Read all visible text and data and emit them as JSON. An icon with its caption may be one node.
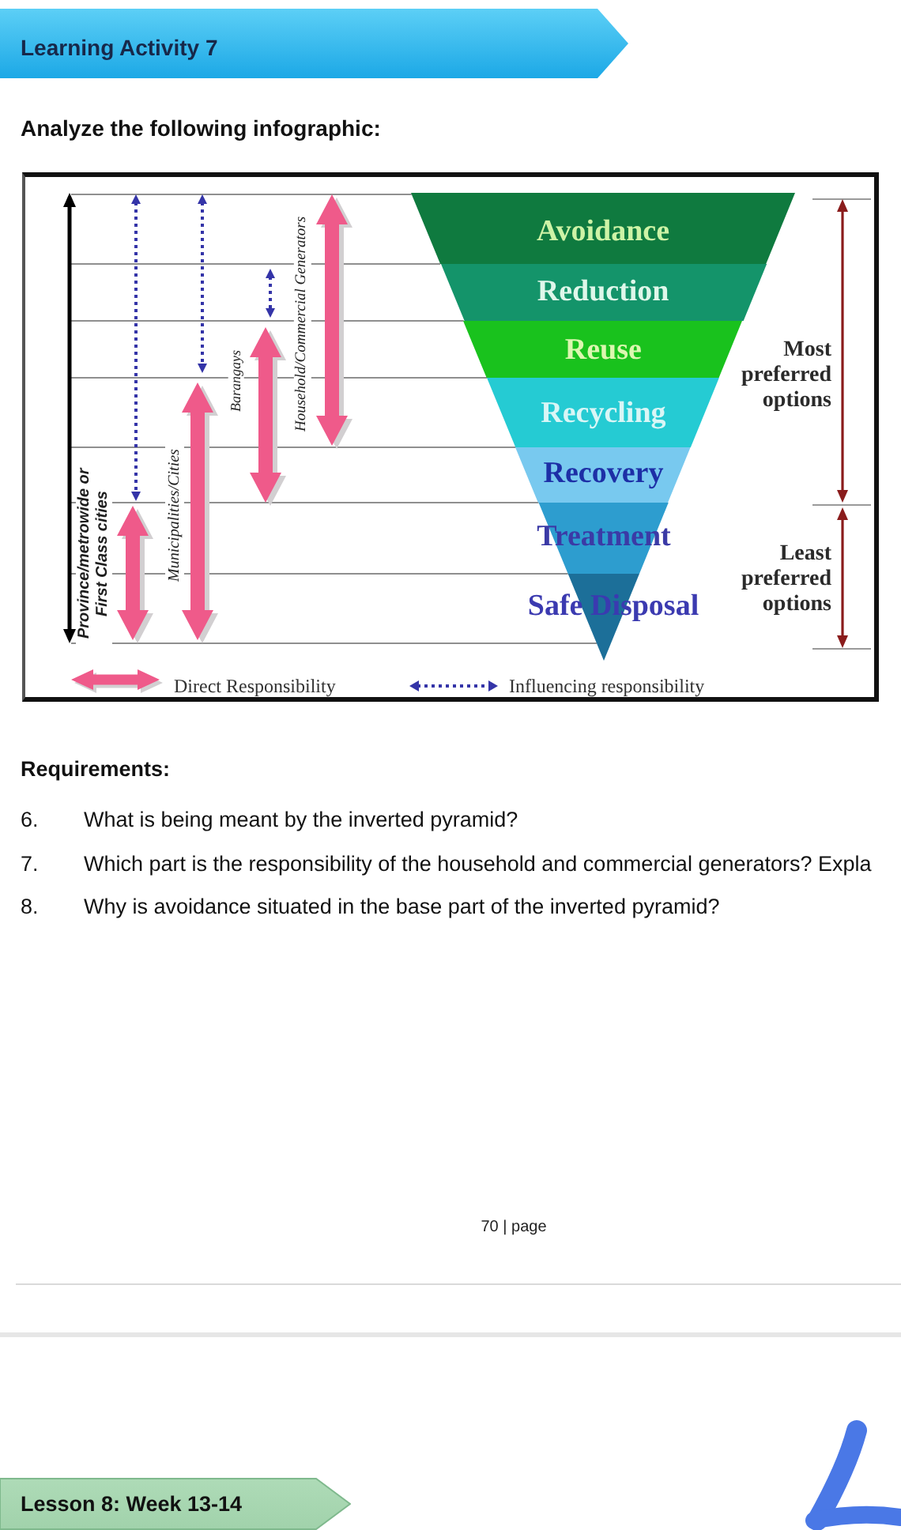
{
  "diagram": {
    "nodes": [
      {
        "text": [
          "Learning Activity 7"
        ]
      },
      {
        "text": [
          "Avoidance"
        ]
      },
      {
        "text": [
          "Reduction"
        ]
      },
      {
        "text": [
          "Reuse"
        ]
      },
      {
        "text": [
          "Recycling"
        ]
      },
      {
        "text": [
          "Recovery"
        ]
      },
      {
        "text": [
          "Treatment"
        ]
      },
      {
        "text": [
          "Safe Disposal"
        ]
      },
      {
        "text": [
          "Lesson 8: Week 13-14"
        ]
      }
    ],
    "labels": [
      "Analyze the following infographic:",
      "Province/metrowide or First Class cities",
      "Municipalities/Cities",
      "Barangays",
      "Household/Commercial Generators",
      "Most preferred options",
      "Least preferred options",
      "Requirements:",
      "6.",
      "What is being meant by the inverted pyramid?",
      "7.",
      "Which part is the responsibility of the household and commercial generators? Expla",
      "8.",
      "Why is avoidance situated in the base part of the inverted pyramid?",
      "70 | page"
    ],
    "legend": [
      {
        "text": "Direct Responsibility"
      },
      {
        "text": "Influencing responsibility"
      }
    ]
  }
}
